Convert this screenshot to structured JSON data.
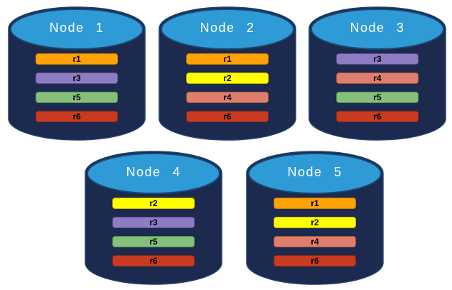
{
  "diagram": {
    "nodes": [
      {
        "label": "Node 1",
        "replicas": [
          {
            "id": "r1"
          },
          {
            "id": "r3"
          },
          {
            "id": "r5"
          },
          {
            "id": "r6"
          }
        ]
      },
      {
        "label": "Node 2",
        "replicas": [
          {
            "id": "r1"
          },
          {
            "id": "r2"
          },
          {
            "id": "r4"
          },
          {
            "id": "r6"
          }
        ]
      },
      {
        "label": "Node 3",
        "replicas": [
          {
            "id": "r3"
          },
          {
            "id": "r4"
          },
          {
            "id": "r5"
          },
          {
            "id": "r6"
          }
        ]
      },
      {
        "label": "Node 4",
        "replicas": [
          {
            "id": "r2"
          },
          {
            "id": "r3"
          },
          {
            "id": "r5"
          },
          {
            "id": "r6"
          }
        ]
      },
      {
        "label": "Node 5",
        "replicas": [
          {
            "id": "r1"
          },
          {
            "id": "r2"
          },
          {
            "id": "r4"
          },
          {
            "id": "r6"
          }
        ]
      }
    ],
    "colors": {
      "page-bg": "#ffffff",
      "body-fill": "#1b2a4e",
      "body-stroke": "#26426f",
      "top-fill": "#2e9bd6",
      "top-stroke": "#1a4971",
      "node-label": "#ffffff",
      "bar-text": "#000000",
      "r1": "#ffa203",
      "r1-border": "#c97b00",
      "r2": "#ffff00",
      "r2-border": "#c9b500",
      "r3": "#8e7cc3",
      "r3-border": "#5f4e96",
      "r4": "#de7e6c",
      "r4-border": "#a94f3d",
      "r5": "#86be7b",
      "r5-border": "#4e8d46",
      "r6": "#c93a20",
      "r6-border": "#8e2814"
    }
  }
}
